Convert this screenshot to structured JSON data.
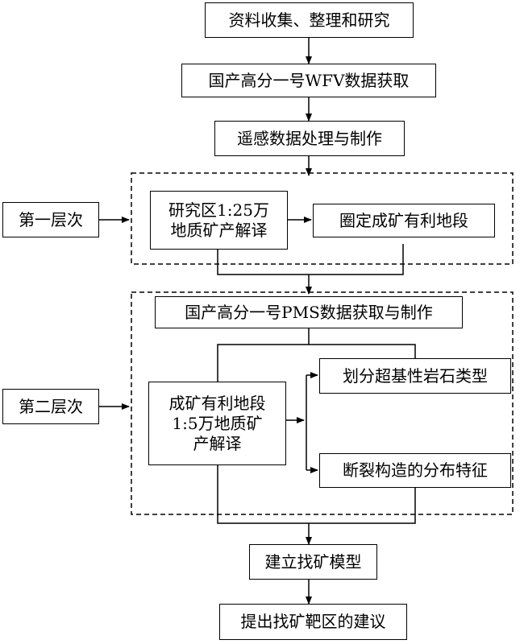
{
  "flow": {
    "step1": "资料收集、整理和研究",
    "step2": "国产高分一号WFV数据获取",
    "step3": "遥感数据处理与制作",
    "level1": {
      "label": "第一层次",
      "interpret": "研究区1:25万\n地质矿产解译",
      "delineate": "圈定成矿有利地段"
    },
    "level2": {
      "label": "第二层次",
      "pms": "国产高分一号PMS数据获取与制作",
      "interpret": "成矿有利地段\n1:5万地质矿\n产解译",
      "ultrabasic": "划分超基性岩石类型",
      "faults": "断裂构造的分布特征"
    },
    "model": "建立找矿模型",
    "proposal": "提出找矿靶区的建议"
  }
}
